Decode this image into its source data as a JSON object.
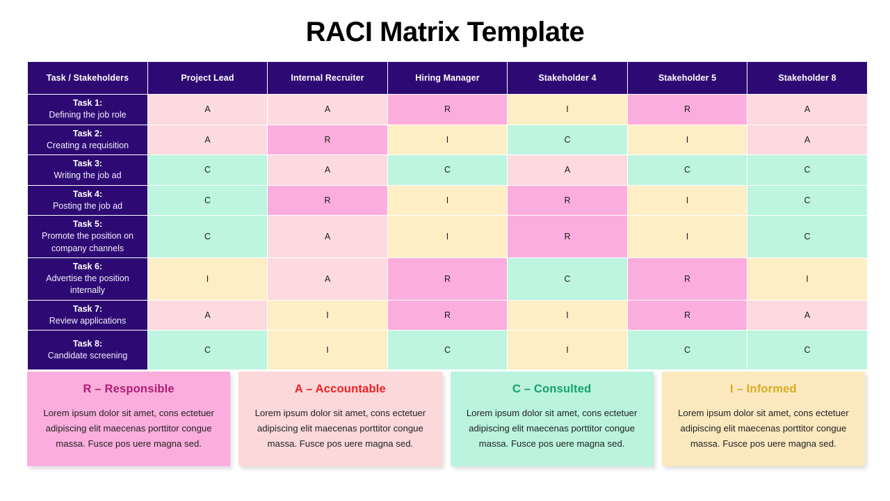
{
  "title": "RACI Matrix Template",
  "matrix": {
    "columns": [
      "Task / Stakeholders",
      "Project Lead",
      "Internal Recruiter",
      "Hiring Manager",
      "Stakeholder 4",
      "Stakeholder 5",
      "Stakeholder 8"
    ],
    "rows": [
      {
        "label": "Task 1:",
        "desc": "Defining the job role",
        "values": [
          "A",
          "A",
          "R",
          "I",
          "R",
          "A"
        ]
      },
      {
        "label": "Task 2:",
        "desc": "Creating a requisition",
        "values": [
          "A",
          "R",
          "I",
          "C",
          "I",
          "A"
        ]
      },
      {
        "label": "Task 3:",
        "desc": "Writing the job ad",
        "values": [
          "C",
          "A",
          "C",
          "A",
          "C",
          "C"
        ]
      },
      {
        "label": "Task 4:",
        "desc": "Posting the job ad",
        "values": [
          "C",
          "R",
          "I",
          "R",
          "I",
          "C"
        ]
      },
      {
        "label": "Task 5:",
        "desc": "Promote the position on company channels",
        "values": [
          "C",
          "A",
          "I",
          "R",
          "I",
          "C"
        ]
      },
      {
        "label": "Task 6:",
        "desc": "Advertise the position internally",
        "values": [
          "I",
          "A",
          "R",
          "C",
          "R",
          "I"
        ]
      },
      {
        "label": "Task 7:",
        "desc": "Review applications",
        "values": [
          "A",
          "I",
          "R",
          "I",
          "R",
          "A"
        ]
      },
      {
        "label": "Task 8:",
        "desc": "Candidate screening",
        "values": [
          "C",
          "I",
          "C",
          "I",
          "C",
          "C"
        ]
      }
    ]
  },
  "legend": [
    {
      "key": "R",
      "title": "R – Responsible",
      "body": "Lorem ipsum dolor sit amet, cons ectetuer adipiscing elit maecenas porttitor congue massa. Fusce pos uere magna sed.",
      "bg": "#fbaedd",
      "title_color": "#b01c72"
    },
    {
      "key": "A",
      "title": "A – Accountable",
      "body": "Lorem ipsum dolor sit amet, cons ectetuer adipiscing elit maecenas porttitor congue massa. Fusce pos uere magna sed.",
      "bg": "#fbd8da",
      "title_color": "#ef2020"
    },
    {
      "key": "C",
      "title": "C – Consulted",
      "body": "Lorem ipsum dolor sit amet, cons ectetuer adipiscing elit maecenas porttitor congue massa. Fusce pos uere magna sed.",
      "bg": "#baf3de",
      "title_color": "#16a06a"
    },
    {
      "key": "I",
      "title": "I – Informed",
      "body": "Lorem ipsum dolor sit amet, cons ectetuer adipiscing elit maecenas porttitor congue massa. Fusce pos uere magna sed.",
      "bg": "#fbe8bf",
      "title_color": "#d9ac23"
    }
  ],
  "colors": {
    "header_purple": "#2d0a73",
    "role_R": "#fbaedd",
    "role_A": "#fcdadf",
    "role_C": "#bdf5e0",
    "role_I": "#fdeec6",
    "page_bg": "#ffffff",
    "title_color": "#000000"
  }
}
